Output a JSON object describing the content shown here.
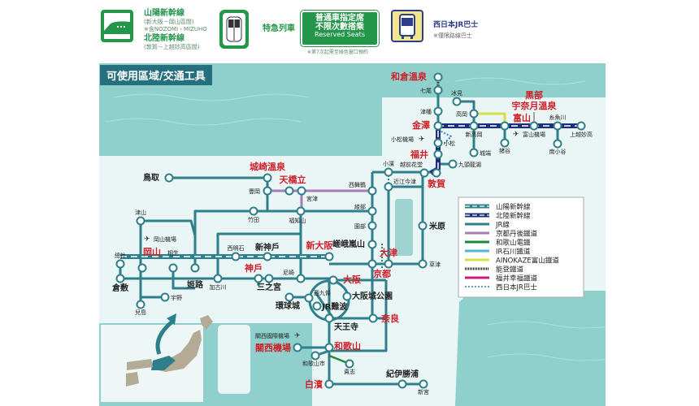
{
  "top_legend": {
    "shinkansen": {
      "title1": "山陽新幹線",
      "sub1": "(新大阪－岡山區間)",
      "note": "※含NOZOMI・MIZUHO",
      "title2": "北陸新幹線",
      "sub2": "(敦賀－上越妙高區間)"
    },
    "limited_express": {
      "label": "特急列車"
    },
    "reserved": {
      "line1": "普通車指定席",
      "line2": "不限次數搭乘",
      "line3": "Reserved Seats",
      "note": "※第7次起需至綠色窗口預約"
    },
    "bus": {
      "label": "西日本JR巴士",
      "note": "※僅限路線巴士"
    }
  },
  "map": {
    "title": "可使用區域/交通工具",
    "legend": [
      {
        "label": "山陽新幹線",
        "color": "#2e7f8c",
        "style": "shinkansen"
      },
      {
        "label": "北陸新幹線",
        "color": "#1b2f7a",
        "style": "shinkansen"
      },
      {
        "label": "JR線",
        "color": "#2e7f8c",
        "style": "solid"
      },
      {
        "label": "京都丹後鐵道",
        "color": "#a57fb4",
        "style": "solid"
      },
      {
        "label": "和歌山電鐵",
        "color": "#1f8a3c",
        "style": "solid"
      },
      {
        "label": "IR石川鐵道",
        "color": "#4fb7d6",
        "style": "solid"
      },
      {
        "label": "AINOKAZE富山鐵道",
        "color": "#d7df3f",
        "style": "solid"
      },
      {
        "label": "能登鐵道",
        "color": "#111111",
        "style": "hatched"
      },
      {
        "label": "福井幸福鐵道",
        "color": "#d3157f",
        "style": "solid"
      },
      {
        "label": "西日本JR巴士",
        "color": "#2e7f8c",
        "style": "dotted"
      }
    ],
    "stations": [
      {
        "id": "tottori",
        "name": "鳥取",
        "major": false,
        "big": true
      },
      {
        "id": "kinosaki",
        "name": "城崎溫泉",
        "major": true
      },
      {
        "id": "toyooka",
        "name": "豐岡",
        "major": false
      },
      {
        "id": "amanohashidate",
        "name": "天橋立",
        "major": true
      },
      {
        "id": "miyazu",
        "name": "宮津",
        "major": false
      },
      {
        "id": "nishimaizuru",
        "name": "西舞鶴",
        "major": false
      },
      {
        "id": "ayabe",
        "name": "綾部",
        "major": false
      },
      {
        "id": "takeda",
        "name": "竹田",
        "major": false
      },
      {
        "id": "fukuchiyama",
        "name": "福知山",
        "major": false
      },
      {
        "id": "sonobe",
        "name": "園部",
        "major": false
      },
      {
        "id": "sagaarashiyama",
        "name": "嵯峨嵐山",
        "major": false,
        "big": true
      },
      {
        "id": "kyoto",
        "name": "京都",
        "major": true
      },
      {
        "id": "obama",
        "name": "小濱",
        "major": false
      },
      {
        "id": "echizenhanando",
        "name": "越前花堂",
        "major": false
      },
      {
        "id": "tsuruga",
        "name": "敦賀",
        "major": true
      },
      {
        "id": "kuzuryuko",
        "name": "九頭龍湖",
        "major": false
      },
      {
        "id": "fukui",
        "name": "福井",
        "major": true
      },
      {
        "id": "komatsu",
        "name": "小松",
        "major": false
      },
      {
        "id": "komatsuap",
        "name": "小松機場",
        "major": false
      },
      {
        "id": "kanazawa",
        "name": "金澤",
        "major": true
      },
      {
        "id": "tsubata",
        "name": "津幡",
        "major": false
      },
      {
        "id": "nanao",
        "name": "七尾",
        "major": false
      },
      {
        "id": "wakura",
        "name": "和倉溫泉",
        "major": true
      },
      {
        "id": "himi",
        "name": "冰見",
        "major": false
      },
      {
        "id": "takaoka",
        "name": "高岡",
        "major": false
      },
      {
        "id": "shintakaoka",
        "name": "新高岡",
        "major": false
      },
      {
        "id": "johana",
        "name": "城端",
        "major": false
      },
      {
        "id": "toyama",
        "name": "富山",
        "major": true
      },
      {
        "id": "toyamaap",
        "name": "富山機場",
        "major": false
      },
      {
        "id": "inotani",
        "name": "猪谷",
        "major": false
      },
      {
        "id": "kurobe",
        "name": "黑部宇奈月溫泉",
        "major": true
      },
      {
        "id": "itoigawa",
        "name": "糸魚川",
        "major": false
      },
      {
        "id": "joetsumyoko",
        "name": "上越妙高",
        "major": false
      },
      {
        "id": "minamiotari",
        "name": "南小谷",
        "major": false
      },
      {
        "id": "omiimazu",
        "name": "近江今津",
        "major": false
      },
      {
        "id": "maibara",
        "name": "米原",
        "major": false,
        "big": true
      },
      {
        "id": "otsu",
        "name": "大津",
        "major": true
      },
      {
        "id": "kusatsu",
        "name": "草津",
        "major": false
      },
      {
        "id": "shinosaka",
        "name": "新大阪",
        "major": true
      },
      {
        "id": "osaka",
        "name": "大阪",
        "major": true
      },
      {
        "id": "shinkobe",
        "name": "新神戶",
        "major": false,
        "big": true
      },
      {
        "id": "kobe",
        "name": "神戶",
        "major": true
      },
      {
        "id": "sannomiya",
        "name": "三之宮",
        "major": false,
        "big": true
      },
      {
        "id": "amagasaki",
        "name": "尼崎",
        "major": false
      },
      {
        "id": "nishiakashi",
        "name": "西明石",
        "major": false
      },
      {
        "id": "kakogawa",
        "name": "加古川",
        "major": false
      },
      {
        "id": "himeji",
        "name": "姬路",
        "major": false,
        "big": true
      },
      {
        "id": "aioi",
        "name": "相生",
        "major": false
      },
      {
        "id": "okayama",
        "name": "岡山",
        "major": true
      },
      {
        "id": "soja",
        "name": "總社",
        "major": false
      },
      {
        "id": "kurashiki",
        "name": "倉敷",
        "major": false,
        "big": true
      },
      {
        "id": "uno",
        "name": "宇野",
        "major": false
      },
      {
        "id": "kojima",
        "name": "兒島",
        "major": false
      },
      {
        "id": "tsuyama",
        "name": "津山",
        "major": false
      },
      {
        "id": "okayamaap",
        "name": "岡山機場",
        "major": false
      },
      {
        "id": "osakajokoen",
        "name": "大阪城公園",
        "major": false,
        "big": true
      },
      {
        "id": "nishikujo",
        "name": "西九條",
        "major": false
      },
      {
        "id": "jrnamba",
        "name": "JR難波",
        "major": false,
        "big": true
      },
      {
        "id": "usj",
        "name": "環球城",
        "major": false,
        "big": true
      },
      {
        "id": "tennoji",
        "name": "天王寺",
        "major": false,
        "big": true
      },
      {
        "id": "nara",
        "name": "奈良",
        "major": true
      },
      {
        "id": "wakayama",
        "name": "和歌山",
        "major": true
      },
      {
        "id": "wakayamashi",
        "name": "和歌山市",
        "major": false
      },
      {
        "id": "kishi",
        "name": "貴志",
        "major": false
      },
      {
        "id": "kansaiap",
        "name": "關西機場",
        "major": true
      },
      {
        "id": "kixlabel",
        "name": "關西國際機場",
        "major": false
      },
      {
        "id": "shirahama",
        "name": "白濱",
        "major": true
      },
      {
        "id": "kiikatsuura",
        "name": "紀伊勝浦",
        "major": false,
        "big": true
      },
      {
        "id": "shingu",
        "name": "新宮",
        "major": false
      }
    ]
  }
}
